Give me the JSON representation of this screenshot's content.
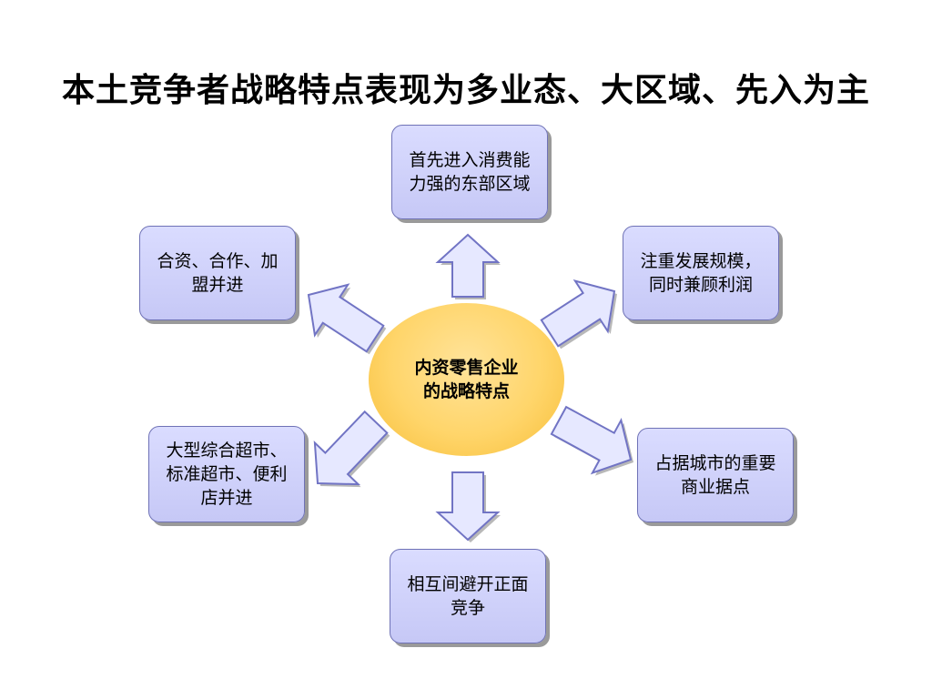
{
  "title": "本土竞争者战略特点表现为多业态、大区域、先入为主",
  "center": {
    "line1": "内资零售企业",
    "line2": "的战略特点"
  },
  "nodes": {
    "top": {
      "line1": "首先进入消费能",
      "line2": "力强的东部区域"
    },
    "top_left": {
      "line1": "合资、合作、加",
      "line2": "盟并进"
    },
    "top_right": {
      "line1": "注重发展规模，",
      "line2": "同时兼顾利润"
    },
    "bottom_left": {
      "line1": "大型综合超市、",
      "line2": "标准超市、便利",
      "line3": "店并进"
    },
    "bottom_right": {
      "line1": "占据城市的重要",
      "line2": "商业据点"
    },
    "bottom": {
      "line1": "相互间避开正面",
      "line2": "竞争"
    }
  },
  "colors": {
    "box_fill": "#c8caf8",
    "box_border": "#6f72b6",
    "arrow_fill": "#e6e8ff",
    "arrow_stroke": "#7174c4",
    "center_fill": "#ffd56a"
  }
}
